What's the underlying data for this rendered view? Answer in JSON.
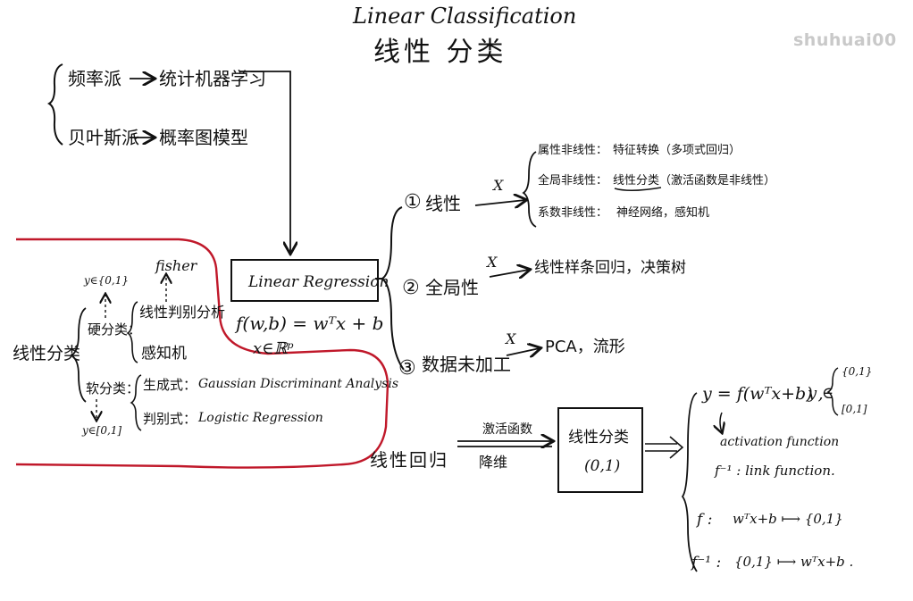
{
  "title": {
    "en": "Linear Classification",
    "zh": "线性 分类"
  },
  "watermark": "shuhuai00",
  "schools": {
    "frequentist": {
      "label": "频率派",
      "target": "统计机器学习"
    },
    "bayesian": {
      "label": "贝叶斯派",
      "target": "概率图模型"
    }
  },
  "linear_regression": {
    "box_label": "Linear Regression",
    "formula": "f(w,b) = wᵀx + b",
    "domain": "x∈ℝᵖ"
  },
  "branches": [
    {
      "num": "①",
      "label": "线性",
      "cross": "X",
      "items": [
        {
          "label": "属性非线性：",
          "value": "特征转换（多项式回归）"
        },
        {
          "label": "全局非线性：",
          "value": "线性分类（激活函数是非线性）"
        },
        {
          "label": "系数非线性：",
          "value": "神经网络，感知机"
        }
      ]
    },
    {
      "num": "②",
      "label": "全局性",
      "cross": "X",
      "target": "线性样条回归，决策树"
    },
    {
      "num": "③",
      "label": "数据未加工",
      "cross": "X",
      "target": "PCA，流形"
    }
  ],
  "classification_tree": {
    "root": "线性分类",
    "hard": {
      "label": "硬分类：",
      "y_set": "y∈{0,1}",
      "fisher": "fisher",
      "items": [
        "线性判别分析",
        "感知机"
      ]
    },
    "soft": {
      "label": "软分类：",
      "y_set": "y∈[0,1]",
      "items": [
        {
          "label": "生成式：",
          "value": "Gaussian Discriminant Analysis"
        },
        {
          "label": "判别式：",
          "value": "Logistic Regression"
        }
      ]
    }
  },
  "pipeline": {
    "from": "线性回归",
    "arrow_top": "激活函数",
    "arrow_bottom": "降维",
    "box_line1": "线性分类",
    "box_line2": "(0,1)"
  },
  "output": {
    "eq": "y = f(wᵀx+b) ,",
    "y_set_prefix": "y ∈",
    "y_sets": [
      "{0,1}",
      "[0,1]"
    ],
    "activation": "activation function",
    "link": "f⁻¹ : link function.",
    "f_map_label": "f :",
    "f_map": "wᵀx+b ⟼ {0,1}",
    "finv_map_label": "f⁻¹ :",
    "finv_map": "{0,1} ⟼ wᵀx+b ."
  },
  "colors": {
    "ink": "#111111",
    "highlight": "#c0182a",
    "watermark": "#c9c9c9"
  }
}
